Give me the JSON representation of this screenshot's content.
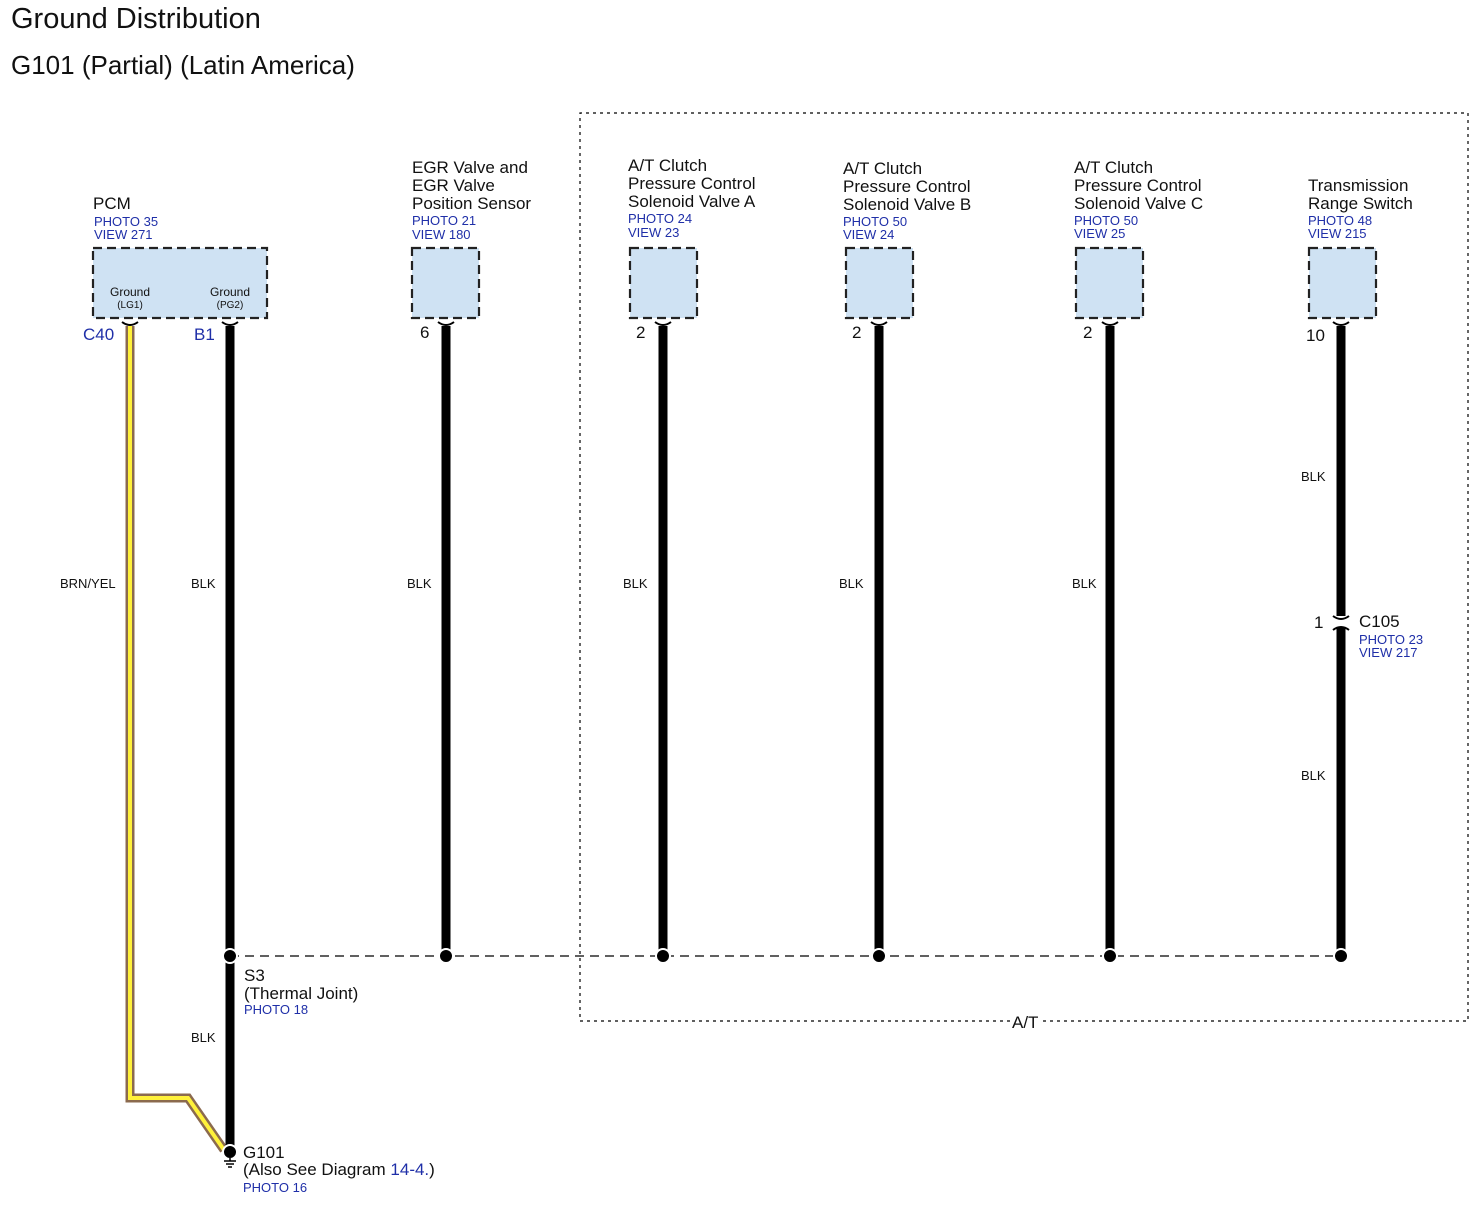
{
  "header": {
    "title": "Ground Distribution",
    "subtitle": "G101 (Partial) (Latin America)"
  },
  "components": {
    "pcm": {
      "name": "PCM",
      "photo": "PHOTO 35",
      "view": "VIEW 271",
      "term1": "Ground",
      "term1_sub": "(LG1)",
      "term2": "Ground",
      "term2_sub": "(PG2)",
      "pin1": "C40",
      "pin2": "B1"
    },
    "egr": {
      "name_line1": "EGR Valve and",
      "name_line2": "EGR Valve",
      "name_line3": "Position Sensor",
      "photo": "PHOTO 21",
      "view": "VIEW 180",
      "pin": "6"
    },
    "valve_a": {
      "name_line1": "A/T Clutch",
      "name_line2": "Pressure Control",
      "name_line3": "Solenoid Valve A",
      "photo": "PHOTO 24",
      "view": "VIEW 23",
      "pin": "2"
    },
    "valve_b": {
      "name_line1": "A/T Clutch",
      "name_line2": "Pressure Control",
      "name_line3": "Solenoid Valve B",
      "photo": "PHOTO 50",
      "view": "VIEW 24",
      "pin": "2"
    },
    "valve_c": {
      "name_line1": "A/T Clutch",
      "name_line2": "Pressure Control",
      "name_line3": "Solenoid Valve C",
      "photo": "PHOTO 50",
      "view": "VIEW 25",
      "pin": "2"
    },
    "trs": {
      "name_line1": "Transmission",
      "name_line2": "Range Switch",
      "photo": "PHOTO 48",
      "view": "VIEW 215",
      "pin": "10"
    }
  },
  "wires": {
    "brn_yel": "BRN/YEL",
    "blk": "BLK"
  },
  "connector_c105": {
    "pin": "1",
    "name": "C105",
    "photo": "PHOTO 23",
    "view": "VIEW 217"
  },
  "splice": {
    "name": "S3",
    "desc": "(Thermal Joint)",
    "photo": "PHOTO 18"
  },
  "ground": {
    "name": "G101",
    "see_prefix": "(Also See Diagram",
    "see_link": "14-4.",
    "see_suffix": ")",
    "photo": "PHOTO 16"
  },
  "at_label": "A/T",
  "colors": {
    "component_fill": "#cfe2f3",
    "wire_black": "#000000",
    "wire_brown": "#8b6a4e",
    "wire_yellow": "#fff13a",
    "ref_blue": "#1f2fa8"
  }
}
